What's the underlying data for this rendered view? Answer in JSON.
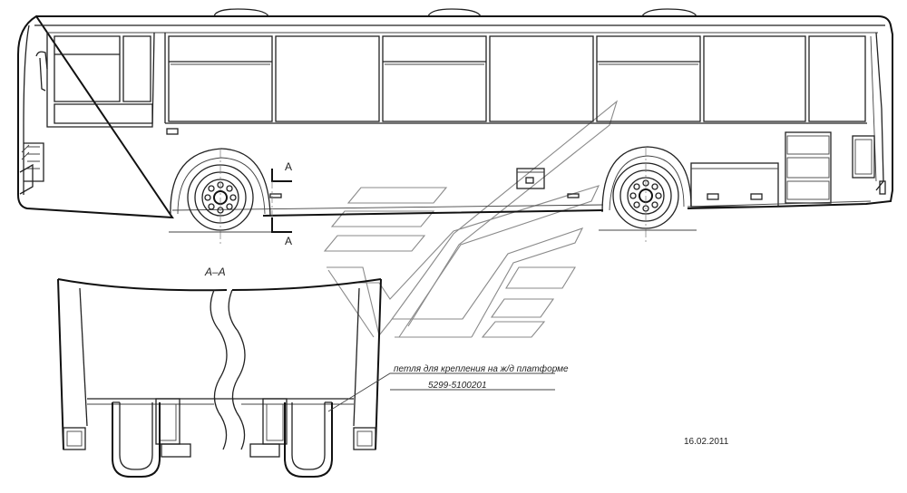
{
  "section_marker_top": "A",
  "section_marker_bottom": "A",
  "section_title": "А–А",
  "callout_text": "петля для крепления на ж/д платформе",
  "part_number": "5299-5100201",
  "date": "16.02.2011"
}
